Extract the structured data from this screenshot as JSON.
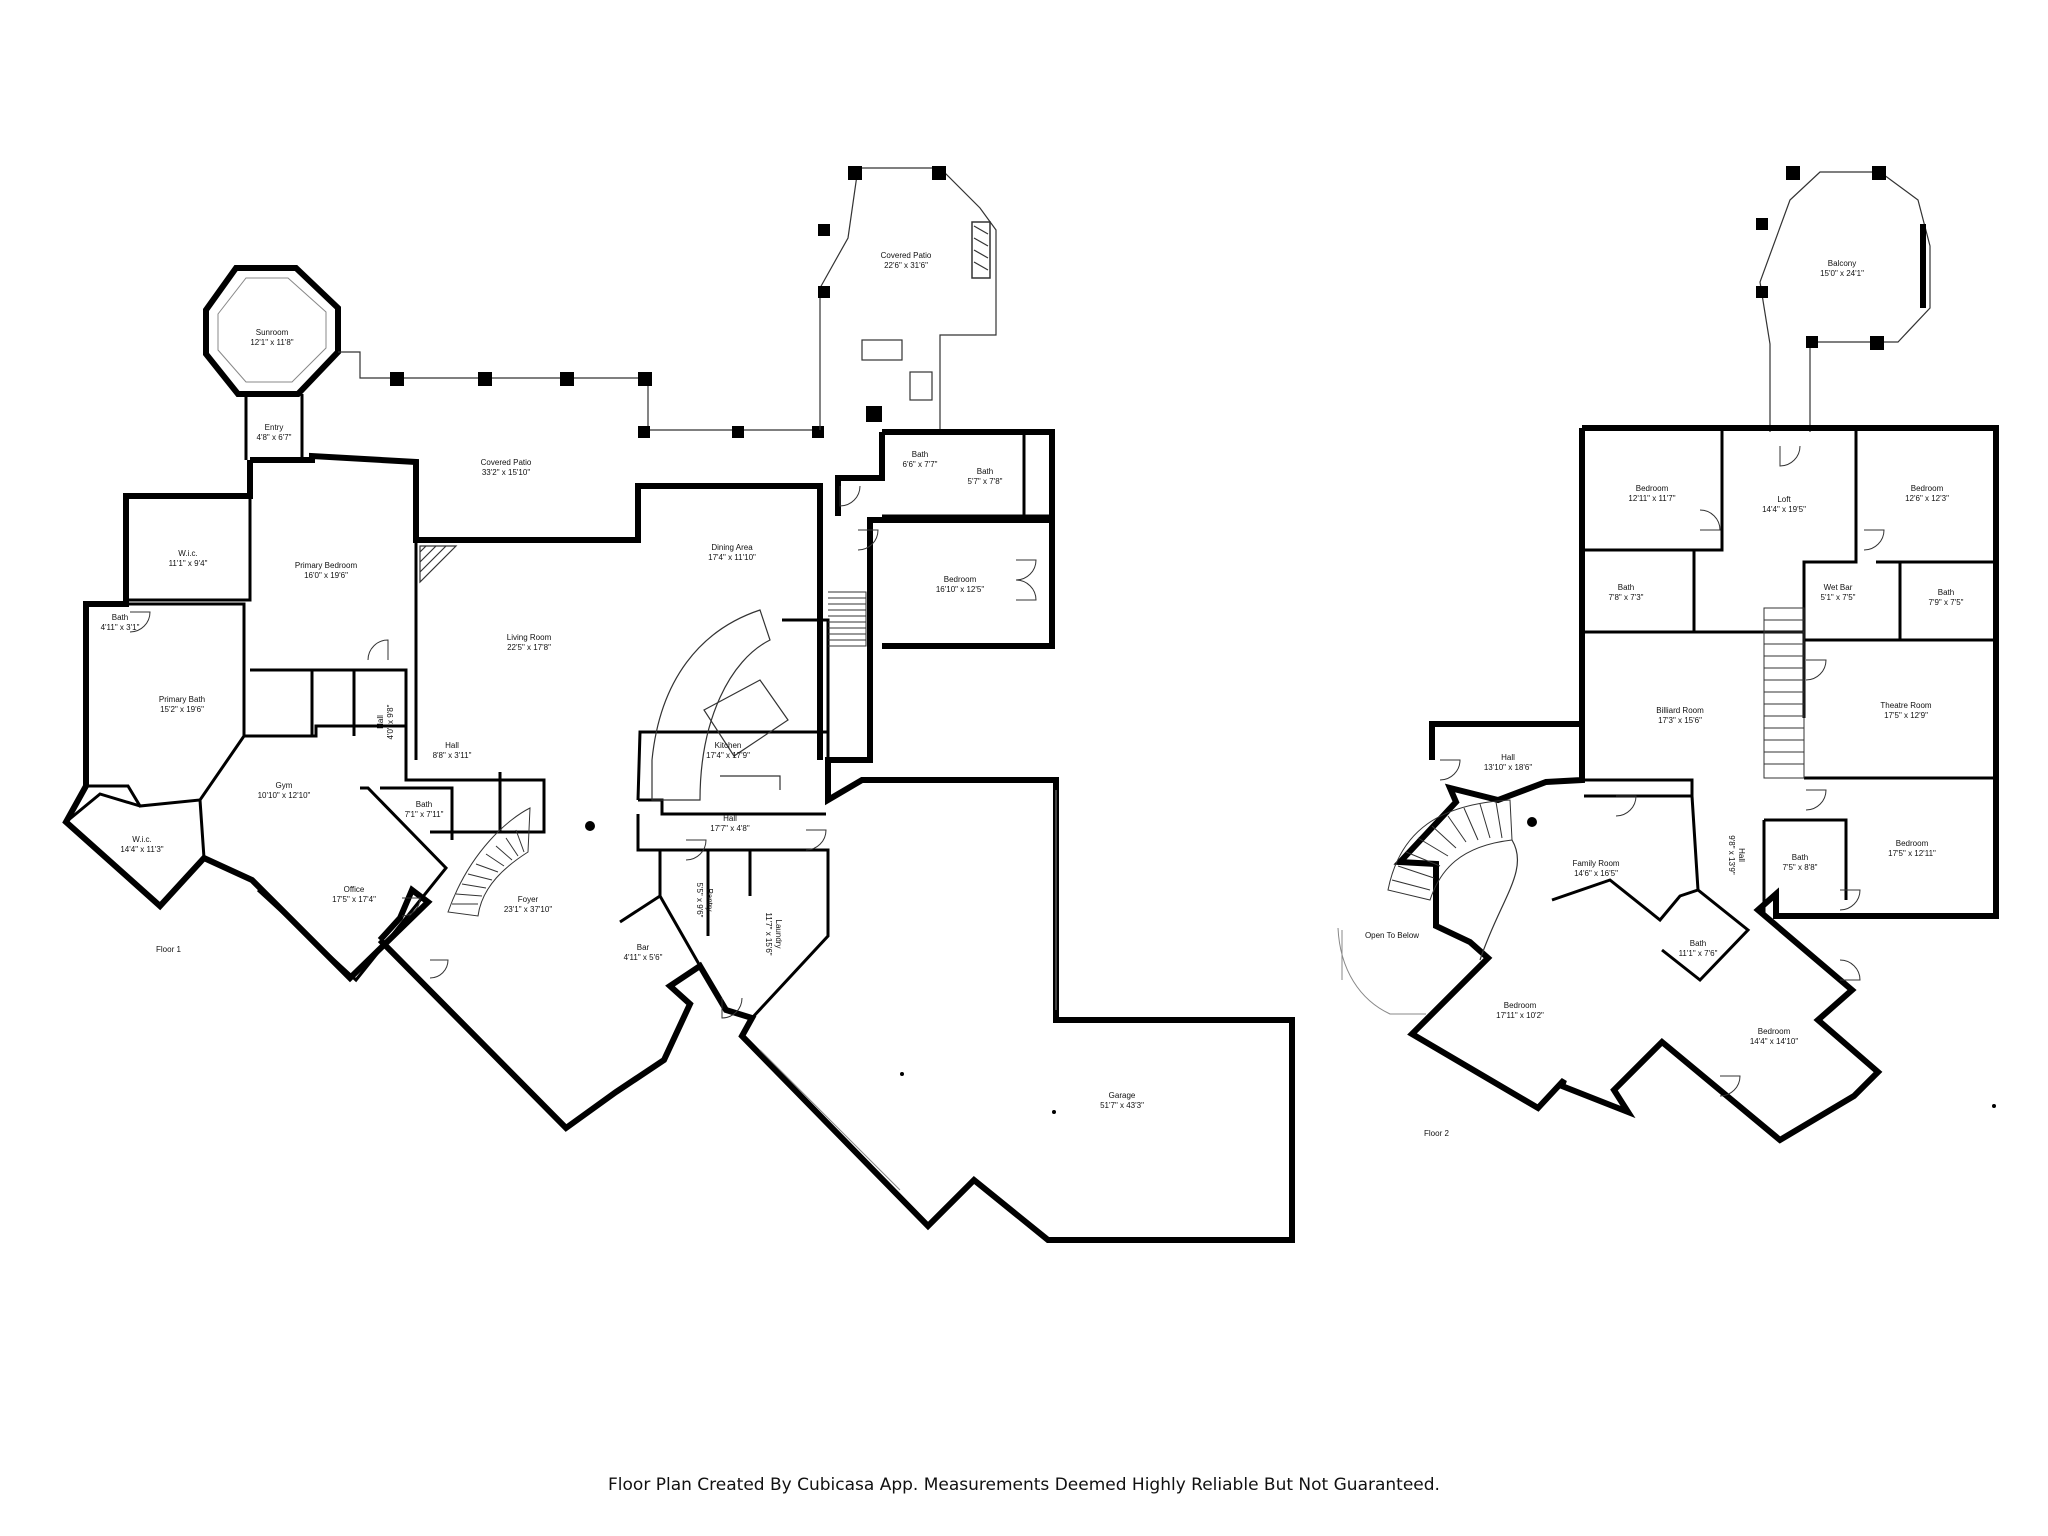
{
  "floors": [
    {
      "label": "Floor 1"
    },
    {
      "label": "Floor 2"
    }
  ],
  "rooms_floor1": [
    {
      "id": "sunroom",
      "name": "Sunroom",
      "dim": "12'1\" x 11'8\""
    },
    {
      "id": "entry",
      "name": "Entry",
      "dim": "4'8\" x 6'7\""
    },
    {
      "id": "covered-patio-west",
      "name": "Covered Patio",
      "dim": "33'2\" x 15'10\""
    },
    {
      "id": "covered-patio-north",
      "name": "Covered Patio",
      "dim": "22'6\" x 31'6\""
    },
    {
      "id": "wic-1",
      "name": "W.i.c.",
      "dim": "11'1\" x 9'4\""
    },
    {
      "id": "primary-bedroom",
      "name": "Primary Bedroom",
      "dim": "16'0\" x 19'6\""
    },
    {
      "id": "bath-small-1",
      "name": "Bath",
      "dim": "4'11\" x 3'1\""
    },
    {
      "id": "primary-bath",
      "name": "Primary Bath",
      "dim": "15'2\" x 19'6\""
    },
    {
      "id": "wic-2",
      "name": "W.i.c.",
      "dim": "14'4\" x 11'3\""
    },
    {
      "id": "gym",
      "name": "Gym",
      "dim": "10'10\" x 12'10\""
    },
    {
      "id": "hall-vertical",
      "name": "Hall",
      "dim": "4'0\" x 9'8\""
    },
    {
      "id": "office",
      "name": "Office",
      "dim": "17'5\" x 17'4\""
    },
    {
      "id": "living-room",
      "name": "Living Room",
      "dim": "22'5\" x 17'8\""
    },
    {
      "id": "hall-1",
      "name": "Hall",
      "dim": "8'8\" x 3'11\""
    },
    {
      "id": "bath-2",
      "name": "Bath",
      "dim": "7'1\" x 7'11\""
    },
    {
      "id": "foyer",
      "name": "Foyer",
      "dim": "23'1\" x 37'10\""
    },
    {
      "id": "dining-area",
      "name": "Dining Area",
      "dim": "17'4\" x 11'10\""
    },
    {
      "id": "kitchen",
      "name": "Kitchen",
      "dim": "17'4\" x 17'9\""
    },
    {
      "id": "hall-2",
      "name": "Hall",
      "dim": "17'7\" x 4'8\""
    },
    {
      "id": "bar",
      "name": "Bar",
      "dim": "4'11\" x 5'6\""
    },
    {
      "id": "pantry",
      "name": "Pantry",
      "dim": "5'5\" x 9'6\""
    },
    {
      "id": "laundry",
      "name": "Laundry",
      "dim": "11'7\" x 15'6\""
    },
    {
      "id": "bath-3",
      "name": "Bath",
      "dim": "6'6\" x 7'7\""
    },
    {
      "id": "bath-4",
      "name": "Bath",
      "dim": "5'7\" x 7'8\""
    },
    {
      "id": "bedroom-1",
      "name": "Bedroom",
      "dim": "16'10\" x 12'5\""
    },
    {
      "id": "garage",
      "name": "Garage",
      "dim": "51'7\" x 43'3\""
    }
  ],
  "rooms_floor2": [
    {
      "id": "balcony",
      "name": "Balcony",
      "dim": "15'0\" x 24'1\""
    },
    {
      "id": "bedroom-2a",
      "name": "Bedroom",
      "dim": "12'11\" x 11'7\""
    },
    {
      "id": "loft",
      "name": "Loft",
      "dim": "14'4\" x 19'5\""
    },
    {
      "id": "bedroom-2b",
      "name": "Bedroom",
      "dim": "12'6\" x 12'3\""
    },
    {
      "id": "bath-2a",
      "name": "Bath",
      "dim": "7'8\" x 7'3\""
    },
    {
      "id": "wet-bar",
      "name": "Wet Bar",
      "dim": "5'1\" x 7'5\""
    },
    {
      "id": "bath-2b",
      "name": "Bath",
      "dim": "7'9\" x 7'5\""
    },
    {
      "id": "billiard-room",
      "name": "Billiard Room",
      "dim": "17'3\" x 15'6\""
    },
    {
      "id": "theatre-room",
      "name": "Theatre Room",
      "dim": "17'5\" x 12'9\""
    },
    {
      "id": "hall-2a",
      "name": "Hall",
      "dim": "13'10\" x 18'6\""
    },
    {
      "id": "hall-2b",
      "name": "Hall",
      "dim": "9'8\" x 13'9\""
    },
    {
      "id": "bath-2c",
      "name": "Bath",
      "dim": "7'5\" x 8'8\""
    },
    {
      "id": "bedroom-2c",
      "name": "Bedroom",
      "dim": "17'5\" x 12'11\""
    },
    {
      "id": "family-room",
      "name": "Family Room",
      "dim": "14'6\" x 16'5\""
    },
    {
      "id": "open-to-below",
      "name": "Open To Below",
      "dim": ""
    },
    {
      "id": "bath-2d",
      "name": "Bath",
      "dim": "11'1\" x 7'6\""
    },
    {
      "id": "bedroom-2d",
      "name": "Bedroom",
      "dim": "17'11\" x 10'2\""
    },
    {
      "id": "bedroom-2e",
      "name": "Bedroom",
      "dim": "14'4\" x 14'10\""
    }
  ],
  "footer": "Floor Plan Created By Cubicasa App. Measurements Deemed Highly Reliable But Not Guaranteed."
}
